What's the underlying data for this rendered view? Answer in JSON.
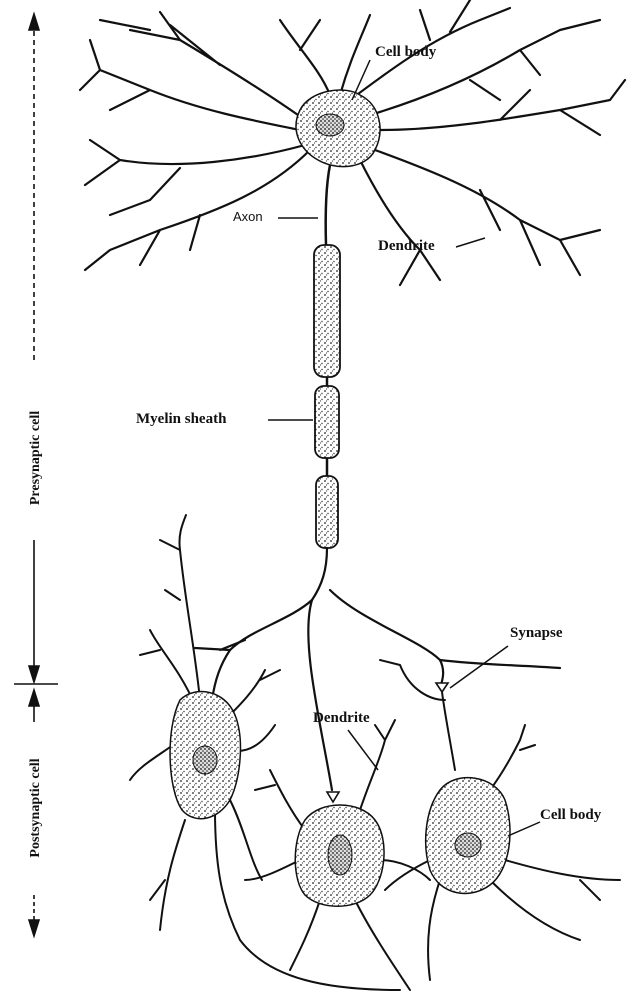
{
  "labels": {
    "cell_body_top": "Cell body",
    "axon": "Axon",
    "dendrite_top": "Dendrite",
    "myelin_sheath": "Myelin sheath",
    "synapse": "Synapse",
    "dendrite_bottom": "Dendrite",
    "cell_body_bottom": "Cell body"
  },
  "side_labels": {
    "presynaptic": "Presynaptic cell",
    "postsynaptic": "Postsynaptic cell"
  },
  "colors": {
    "ink": "#111111",
    "stipple": "#2a2a2a",
    "background": "#ffffff"
  }
}
